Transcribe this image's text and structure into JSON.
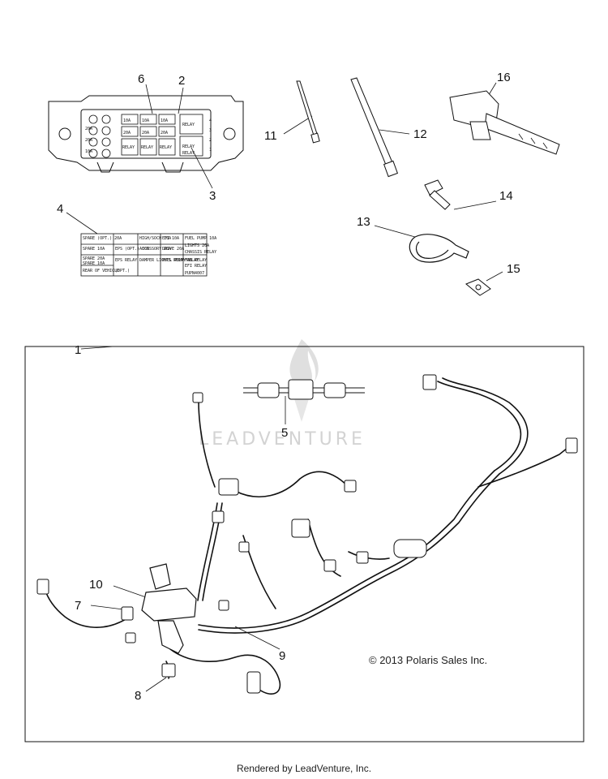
{
  "callouts": {
    "c1": "1",
    "c2": "2",
    "c3": "3",
    "c4": "4",
    "c5": "5",
    "c6": "6",
    "c7": "7",
    "c8": "8",
    "c9": "9",
    "c10": "10",
    "c11": "11",
    "c12": "12",
    "c13": "13",
    "c14": "14",
    "c15": "15",
    "c16": "16"
  },
  "fuse_box": {
    "side_numbers": [
      "4",
      "3",
      "2",
      "1"
    ],
    "cell_labels": [
      "10A",
      "10A",
      "10A",
      "20A",
      "20A",
      "20A",
      "20A",
      "20A",
      "10A",
      "RELAY",
      "RELAY",
      "RELAY",
      "RELAY",
      "RELAY",
      "RELAY"
    ]
  },
  "fuse_label": {
    "row1": [
      "SPARE (OPT.) 20A",
      "",
      "HIGH/SOCH 10A",
      "EFI 10A",
      "FUEL PUMP 10A",
      "CHASSIS RELAY"
    ],
    "row2": [
      "SPARE 10A",
      "EPS (OPT.) 30A",
      "ACCESSORY 20A",
      "DRIVE 20A",
      "LIGHTS 20A",
      ""
    ],
    "row3": [
      "SPARE 20A",
      "",
      "",
      "",
      "",
      ""
    ],
    "row4": [
      "SPARE 10A",
      "EPS RELAY",
      "DAMPER LIGHTS RELAY",
      "FUEL PUMP RELAY",
      "FAN RELAY",
      "EFI RELAY"
    ],
    "row5": [
      "REAR OF VEHICLE",
      "(OPT.)",
      "",
      "",
      "",
      ""
    ],
    "part_number": "PUPN4007"
  },
  "watermark": "LEADVENTURE",
  "copyright": "© 2013 Polaris Sales Inc.",
  "footer": "Rendered by LeadVenture, Inc."
}
